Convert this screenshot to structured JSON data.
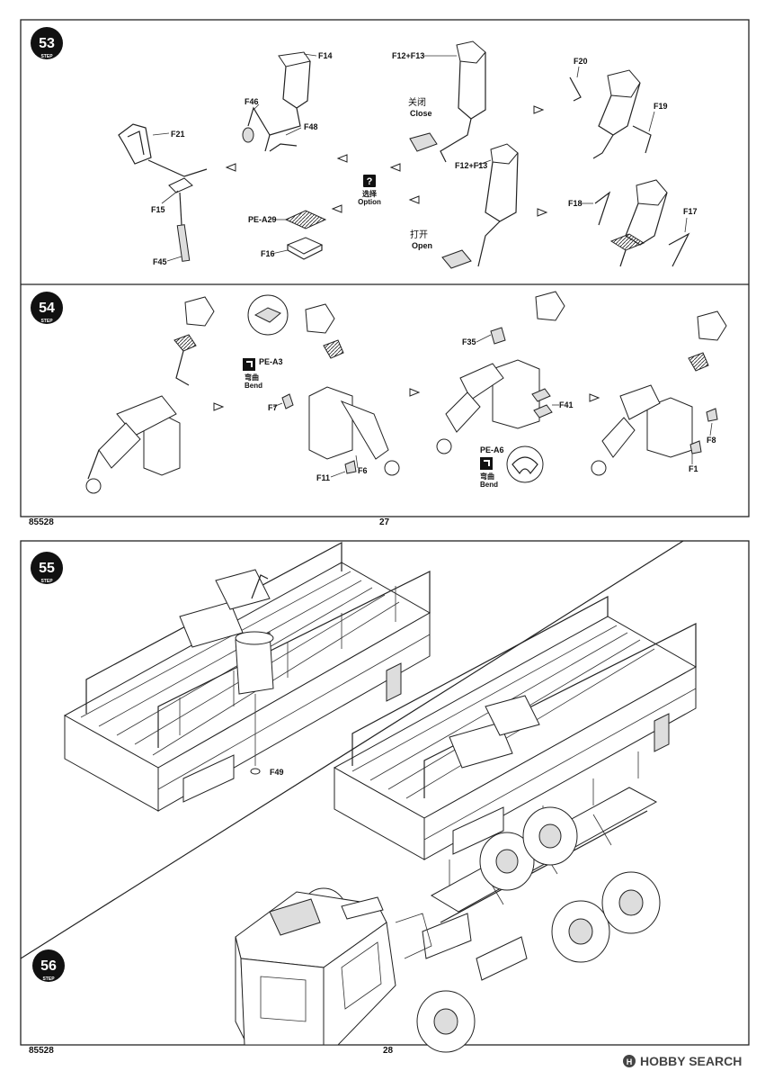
{
  "steps": {
    "s53": "53",
    "s54": "54",
    "s55": "55",
    "s56": "56",
    "step_word": "STEP"
  },
  "pages": {
    "top_code": "85528",
    "top_number": "27",
    "bottom_code": "85528",
    "bottom_number": "28"
  },
  "step53": {
    "f14": "F14",
    "f46": "F46",
    "f48": "F48",
    "f21": "F21",
    "f15": "F15",
    "f45": "F45",
    "pe_a29": "PE-A29",
    "f16": "F16",
    "f12_f13_a": "F12+F13",
    "close_cn": "关闭",
    "close_en": "Close",
    "option_icon": "?",
    "option_cn": "选择",
    "option_en": "Option",
    "f12_f13_b": "F12+F13",
    "open_cn": "打开",
    "open_en": "Open",
    "f20": "F20",
    "f19": "F19",
    "f18": "F18",
    "f17": "F17"
  },
  "step54": {
    "pe_a3": "PE-A3",
    "bend_cn_a": "弯曲",
    "bend_en_a": "Bend",
    "f7": "F7",
    "f11": "F11",
    "f6": "F6",
    "f35": "F35",
    "f41": "F41",
    "pe_a6": "PE-A6",
    "bend_cn_b": "弯曲",
    "bend_en_b": "Bend",
    "f8": "F8",
    "f1": "F1"
  },
  "step55": {
    "f49": "F49"
  },
  "watermark": {
    "brand": "HOBBY SEARCH"
  },
  "colors": {
    "line": "#222222",
    "paper": "#ffffff"
  }
}
